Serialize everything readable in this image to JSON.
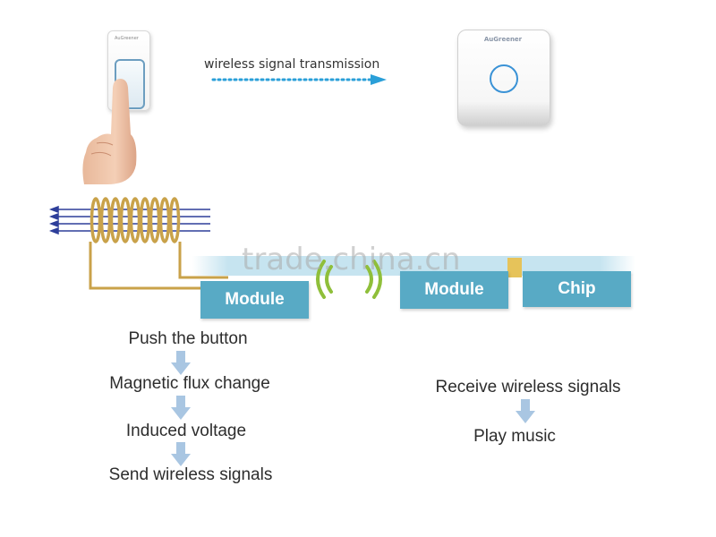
{
  "transmitter": {
    "brand_text": "AuGreener"
  },
  "receiver": {
    "brand_text": "AuGreener"
  },
  "transmission_label": "wireless signal transmission",
  "watermark": "trade.china.cn",
  "blocks": {
    "left_module": "Module",
    "right_module": "Module",
    "chip": "Chip"
  },
  "transmitter_steps": [
    "Push the button",
    "Magnetic flux change",
    "Induced voltage",
    "Send wireless signals"
  ],
  "receiver_steps": [
    "Receive wireless signals",
    "Play music"
  ],
  "colors": {
    "module_fill": "#58aac5",
    "arrow_fill": "#a9c6e2",
    "signal_dots": "#2a9fd8",
    "coil": "#c9a24a",
    "field_lines": "#2e3f9a",
    "waves": "#8fbf3a"
  }
}
